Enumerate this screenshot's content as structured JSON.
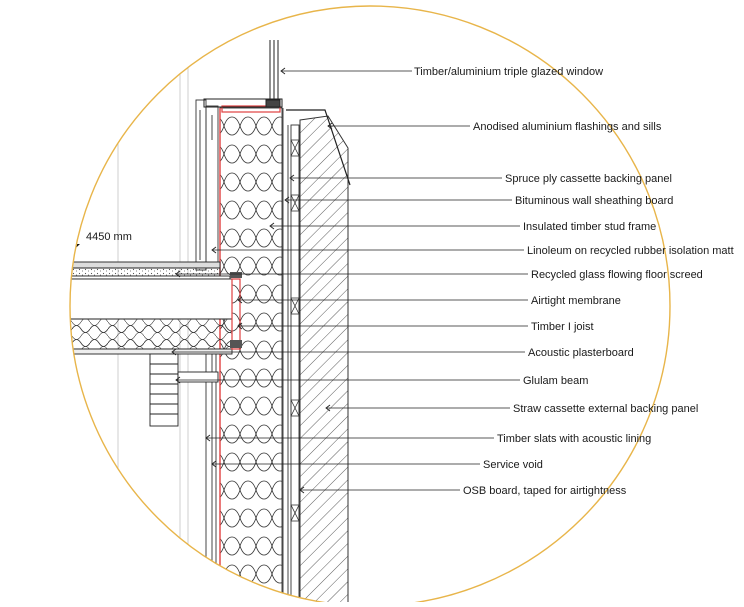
{
  "detail": {
    "level_label": "4450 mm",
    "circle_color": "#e8b54a",
    "membrane_color": "#e04040",
    "labels": [
      "Timber/aluminium triple glazed window",
      "Anodised aluminium flashings and sills",
      "Spruce ply cassette backing panel",
      "Bituminous wall sheathing board",
      "Insulated timber stud frame",
      "Linoleum on recycled rubber isolation matt",
      "Recycled glass flowing floor screed",
      "Airtight membrane",
      "Timber I joist",
      "Acoustic plasterboard",
      "Glulam beam",
      "Straw cassette external backing panel",
      "Timber slats with acoustic lining",
      "Service void",
      "OSB board, taped for airtightness"
    ]
  }
}
